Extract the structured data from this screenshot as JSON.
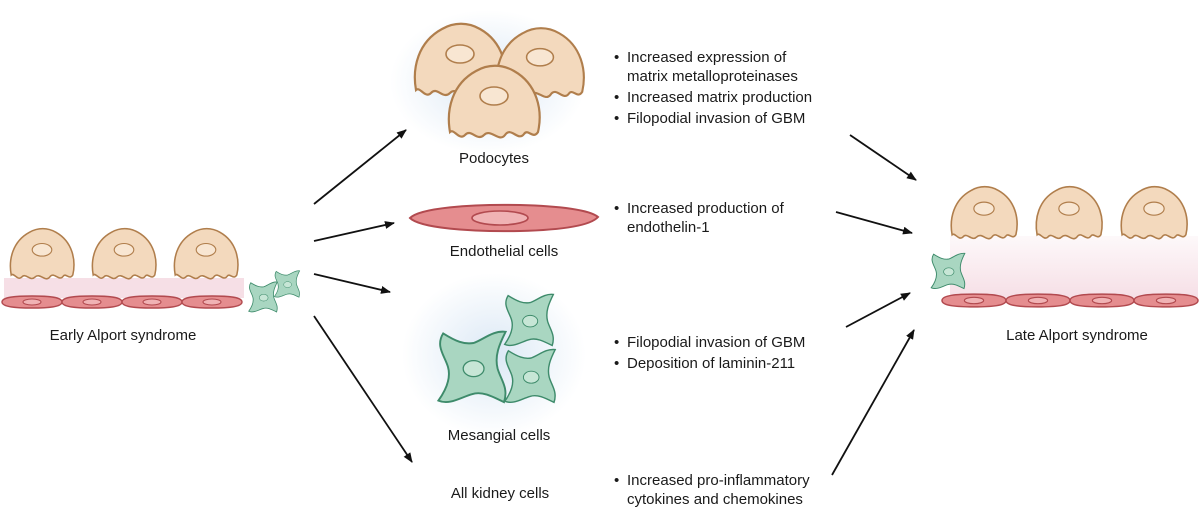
{
  "labels": {
    "early": "Early Alport syndrome",
    "late": "Late Alport syndrome",
    "podocytes": "Podocytes",
    "endothelial": "Endothelial cells",
    "mesangial": "Mesangial cells",
    "all_kidney": "All kidney cells"
  },
  "bullets": {
    "podocytes": [
      "Increased expression of\nmatrix metalloproteinases",
      "Increased matrix production",
      "Filopodial invasion of GBM"
    ],
    "endothelial": [
      "Increased production of\nendothelin-1"
    ],
    "mesangial": [
      "Filopodial invasion of GBM",
      "Deposition of laminin-211"
    ],
    "all_kidney": [
      "Increased pro-inflammatory\ncytokines and chemokines"
    ]
  },
  "colors": {
    "podocyte_fill": "#f3d9bd",
    "podocyte_stroke": "#b07e4c",
    "endothelial_fill": "#e58d8f",
    "endothelial_stroke": "#b24a4f",
    "mesangial_fill": "#a9d6c1",
    "mesangial_stroke": "#3e8b6b",
    "gbm_tint": "#f6dfe6",
    "arrow": "#111111"
  }
}
